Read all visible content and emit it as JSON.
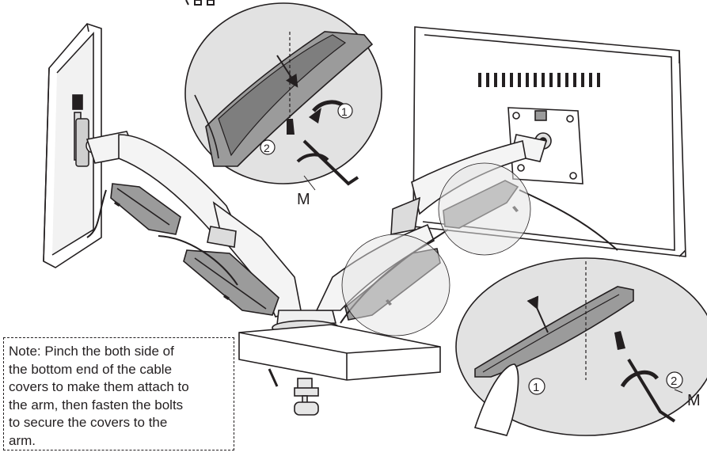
{
  "labels": {
    "step_one": "1",
    "step_two": "2",
    "bolt_letter": "M"
  },
  "note": {
    "lines": [
      "Note: Pinch the both side of",
      "the bottom end of the cable",
      "covers to make them attach to",
      "the arm, then fasten the bolts",
      "to secure the covers to the",
      "arm."
    ]
  },
  "colors": {
    "ink": "#231f20",
    "callout_fill": "#dcdcdc",
    "cover_fill": "#9b9b9b",
    "dark_fill": "#6e6e6e"
  }
}
